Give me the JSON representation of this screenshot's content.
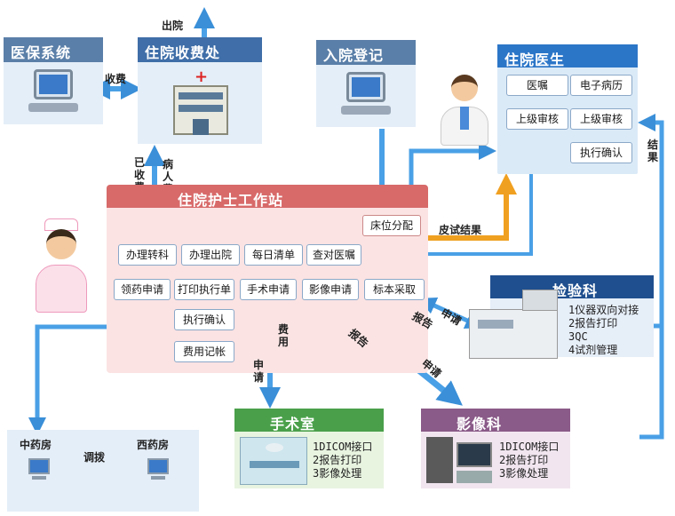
{
  "insurance": {
    "title": "医保系统"
  },
  "billing": {
    "title": "住院收费处"
  },
  "admission": {
    "title": "入院登记"
  },
  "doctor": {
    "title": "住院医生",
    "orders": "医嘱",
    "emr": "电子病历",
    "review1": "上级审核",
    "review2": "上级审核",
    "confirm": "执行确认"
  },
  "nurse": {
    "title": "住院护士工作站",
    "bed": "床位分配",
    "transfer": "办理转科",
    "discharge": "办理出院",
    "daily": "每日清单",
    "check_orders": "查对医嘱",
    "drug_request": "领药申请",
    "print_exec": "打印执行单",
    "surgery_request": "手术申请",
    "imaging_request": "影像申请",
    "specimen": "标本采取",
    "exec_confirm": "执行确认",
    "fee": "费用记帐"
  },
  "lab": {
    "title": "检验科",
    "items": "1仪器双向对接\n2报告打印\n3QC\n4试剂管理"
  },
  "surgery": {
    "title": "手术室",
    "items": "1DICOM接口\n2报告打印\n3影像处理"
  },
  "imaging": {
    "title": "影像科",
    "items": "1DICOM接口\n2报告打印\n3影像处理"
  },
  "pharmacy": {
    "chinese": "中药房",
    "western": "西药房",
    "transfer": "调拨"
  },
  "labels": {
    "discharge_out": "出院",
    "charge": "收费",
    "charged_info": "已收费信息",
    "patient_fee": "病人费用信息",
    "skin_test": "皮试结果",
    "result": "结果",
    "report_lab": "报告",
    "request_lab": "申请",
    "report_img": "报告",
    "request_img": "申请",
    "fee_v": "费用",
    "request_v": "申请"
  },
  "colors": {
    "blue_arrow": "#3a8fd8",
    "orange_arrow": "#f0a020",
    "nurse_bg": "#fbe3e3",
    "nurse_header": "#d86a6a"
  }
}
